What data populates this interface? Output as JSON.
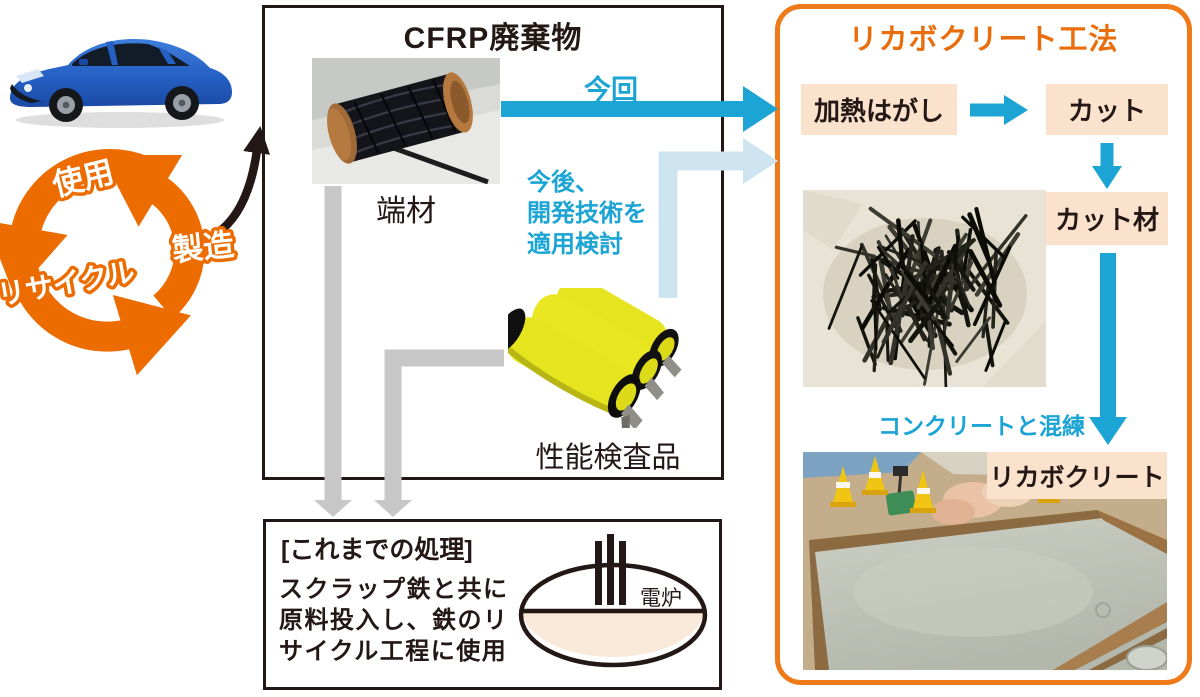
{
  "left_panel": {
    "cycle": {
      "use": "使用",
      "manufacture": "製造",
      "recycle": "リサイクル"
    }
  },
  "cfrp_box": {
    "title": "CFRP廃棄物",
    "scrap_label": "端材",
    "inspection_label": "性能検査品",
    "arrow_now_label": "今回",
    "arrow_future_label": "今後、\n開発技術を\n適用検討"
  },
  "ricabo_box": {
    "title": "リカボクリート工法",
    "step_heat": "加熱はがし",
    "step_cut": "カット",
    "step_cut_material": "カット材",
    "mixing_label": "コンクリートと混練",
    "result_label": "リカボクリート"
  },
  "legacy_box": {
    "heading": "[これまでの処理]",
    "body": "スクラップ鉄と共に\n原料投入し、鉄のリ\nサイクル工程に使用",
    "furnace_label": "電炉"
  },
  "colors": {
    "cyan": "#1ba4d4",
    "pale_blue": "#cfe4f1",
    "orange": "#ed6c00",
    "orange_border": "#ee7a1a",
    "peach": "#fbe2cc",
    "gray": "#c7c7c8",
    "ink": "#231815"
  }
}
